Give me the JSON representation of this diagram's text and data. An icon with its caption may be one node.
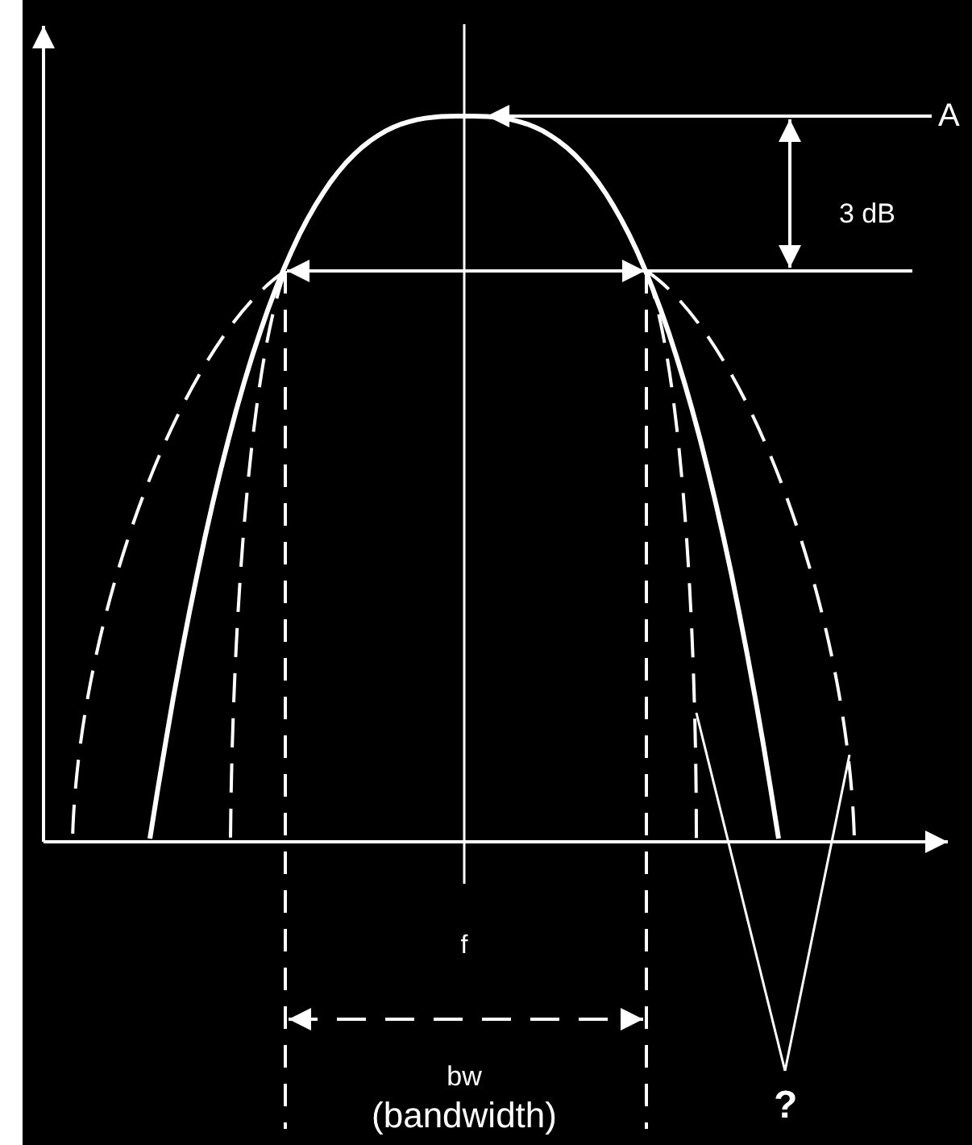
{
  "diagram": {
    "nodes": [
      {
        "text": [
          "A"
        ]
      },
      {
        "text": [
          "?"
        ]
      }
    ],
    "edges": [
      {
        "from": 0,
        "to": null,
        "arrow": "to"
      },
      {
        "from": 1,
        "to": null,
        "arrow": "none"
      },
      {
        "from": 1,
        "to": null,
        "arrow": "none"
      }
    ],
    "labels": [
      "3 dB",
      "f",
      "bw",
      "(bandwidth)"
    ]
  }
}
